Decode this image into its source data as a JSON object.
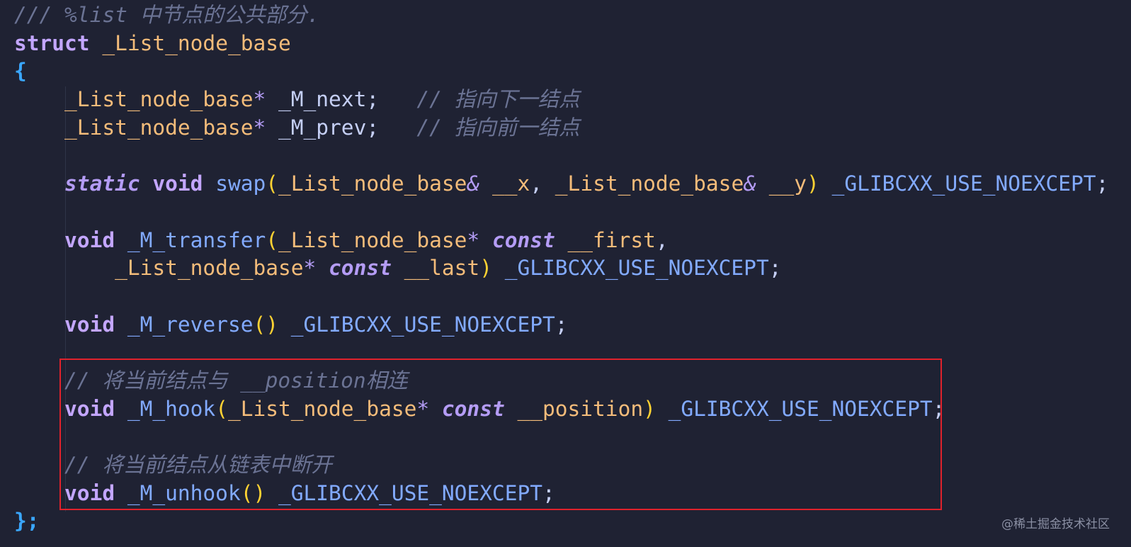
{
  "editor": {
    "theme_colors": {
      "background": "#1f2233",
      "comment": "#6b7394",
      "keyword": "#c3a6ff",
      "type": "#f4bc7a",
      "function": "#82aaff",
      "paren": "#ffd233",
      "brace": "#3aa7ff",
      "highlight_border": "#e0222c"
    },
    "highlighted_lines": [
      13,
      14,
      15,
      16,
      17
    ],
    "lines": [
      [
        {
          "t": "/// %list 中节点的公共部分.",
          "c": "comment"
        }
      ],
      [
        {
          "t": "struct",
          "c": "kw"
        },
        {
          "t": " ",
          "c": "punct"
        },
        {
          "t": "_List_node_base",
          "c": "type"
        }
      ],
      [
        {
          "t": "{",
          "c": "brace"
        }
      ],
      [
        {
          "t": "    ",
          "c": "punct"
        },
        {
          "t": "_List_node_base",
          "c": "type"
        },
        {
          "t": "*",
          "c": "op"
        },
        {
          "t": " ",
          "c": "punct"
        },
        {
          "t": "_M_next",
          "c": "member"
        },
        {
          "t": ";   ",
          "c": "punct"
        },
        {
          "t": "// 指向下一结点",
          "c": "comment"
        }
      ],
      [
        {
          "t": "    ",
          "c": "punct"
        },
        {
          "t": "_List_node_base",
          "c": "type"
        },
        {
          "t": "*",
          "c": "op"
        },
        {
          "t": " ",
          "c": "punct"
        },
        {
          "t": "_M_prev",
          "c": "member"
        },
        {
          "t": ";   ",
          "c": "punct"
        },
        {
          "t": "// 指向前一结点",
          "c": "comment"
        }
      ],
      [],
      [
        {
          "t": "    ",
          "c": "punct"
        },
        {
          "t": "static",
          "c": "kw-i"
        },
        {
          "t": " ",
          "c": "punct"
        },
        {
          "t": "void",
          "c": "kw"
        },
        {
          "t": " ",
          "c": "punct"
        },
        {
          "t": "swap",
          "c": "func"
        },
        {
          "t": "(",
          "c": "paren"
        },
        {
          "t": "_List_node_base",
          "c": "type"
        },
        {
          "t": "&",
          "c": "op"
        },
        {
          "t": " ",
          "c": "punct"
        },
        {
          "t": "__x",
          "c": "param"
        },
        {
          "t": ", ",
          "c": "punct"
        },
        {
          "t": "_List_node_base",
          "c": "type"
        },
        {
          "t": "&",
          "c": "op"
        },
        {
          "t": " ",
          "c": "punct"
        },
        {
          "t": "__y",
          "c": "param"
        },
        {
          "t": ")",
          "c": "paren"
        },
        {
          "t": " ",
          "c": "punct"
        },
        {
          "t": "_GLIBCXX_USE_NOEXCEPT",
          "c": "macro"
        },
        {
          "t": ";",
          "c": "punct"
        }
      ],
      [],
      [
        {
          "t": "    ",
          "c": "punct"
        },
        {
          "t": "void",
          "c": "kw"
        },
        {
          "t": " ",
          "c": "punct"
        },
        {
          "t": "_M_transfer",
          "c": "func"
        },
        {
          "t": "(",
          "c": "paren"
        },
        {
          "t": "_List_node_base",
          "c": "type"
        },
        {
          "t": "*",
          "c": "op"
        },
        {
          "t": " ",
          "c": "punct"
        },
        {
          "t": "const",
          "c": "kw-i"
        },
        {
          "t": " ",
          "c": "punct"
        },
        {
          "t": "__first",
          "c": "param"
        },
        {
          "t": ",",
          "c": "punct"
        }
      ],
      [
        {
          "t": "        ",
          "c": "punct"
        },
        {
          "t": "_List_node_base",
          "c": "type"
        },
        {
          "t": "*",
          "c": "op"
        },
        {
          "t": " ",
          "c": "punct"
        },
        {
          "t": "const",
          "c": "kw-i"
        },
        {
          "t": " ",
          "c": "punct"
        },
        {
          "t": "__last",
          "c": "param"
        },
        {
          "t": ")",
          "c": "paren"
        },
        {
          "t": " ",
          "c": "punct"
        },
        {
          "t": "_GLIBCXX_USE_NOEXCEPT",
          "c": "macro"
        },
        {
          "t": ";",
          "c": "punct"
        }
      ],
      [],
      [
        {
          "t": "    ",
          "c": "punct"
        },
        {
          "t": "void",
          "c": "kw"
        },
        {
          "t": " ",
          "c": "punct"
        },
        {
          "t": "_M_reverse",
          "c": "func"
        },
        {
          "t": "()",
          "c": "paren"
        },
        {
          "t": " ",
          "c": "punct"
        },
        {
          "t": "_GLIBCXX_USE_NOEXCEPT",
          "c": "macro"
        },
        {
          "t": ";",
          "c": "punct"
        }
      ],
      [],
      [
        {
          "t": "    ",
          "c": "punct"
        },
        {
          "t": "// 将当前结点与 __position相连",
          "c": "comment"
        }
      ],
      [
        {
          "t": "    ",
          "c": "punct"
        },
        {
          "t": "void",
          "c": "kw"
        },
        {
          "t": " ",
          "c": "punct"
        },
        {
          "t": "_M_hook",
          "c": "func"
        },
        {
          "t": "(",
          "c": "paren"
        },
        {
          "t": "_List_node_base",
          "c": "type"
        },
        {
          "t": "*",
          "c": "op"
        },
        {
          "t": " ",
          "c": "punct"
        },
        {
          "t": "const",
          "c": "kw-i"
        },
        {
          "t": " ",
          "c": "punct"
        },
        {
          "t": "__position",
          "c": "param"
        },
        {
          "t": ")",
          "c": "paren"
        },
        {
          "t": " ",
          "c": "punct"
        },
        {
          "t": "_GLIBCXX_USE_NOEXCEPT",
          "c": "macro"
        },
        {
          "t": ";",
          "c": "punct"
        }
      ],
      [],
      [
        {
          "t": "    ",
          "c": "punct"
        },
        {
          "t": "// 将当前结点从链表中断开",
          "c": "comment"
        }
      ],
      [
        {
          "t": "    ",
          "c": "punct"
        },
        {
          "t": "void",
          "c": "kw"
        },
        {
          "t": " ",
          "c": "punct"
        },
        {
          "t": "_M_unhook",
          "c": "func"
        },
        {
          "t": "()",
          "c": "paren"
        },
        {
          "t": " ",
          "c": "punct"
        },
        {
          "t": "_GLIBCXX_USE_NOEXCEPT",
          "c": "macro"
        },
        {
          "t": ";",
          "c": "punct"
        }
      ],
      [
        {
          "t": "};",
          "c": "brace"
        }
      ]
    ]
  },
  "watermark": {
    "text": "@稀土掘金技术社区"
  }
}
